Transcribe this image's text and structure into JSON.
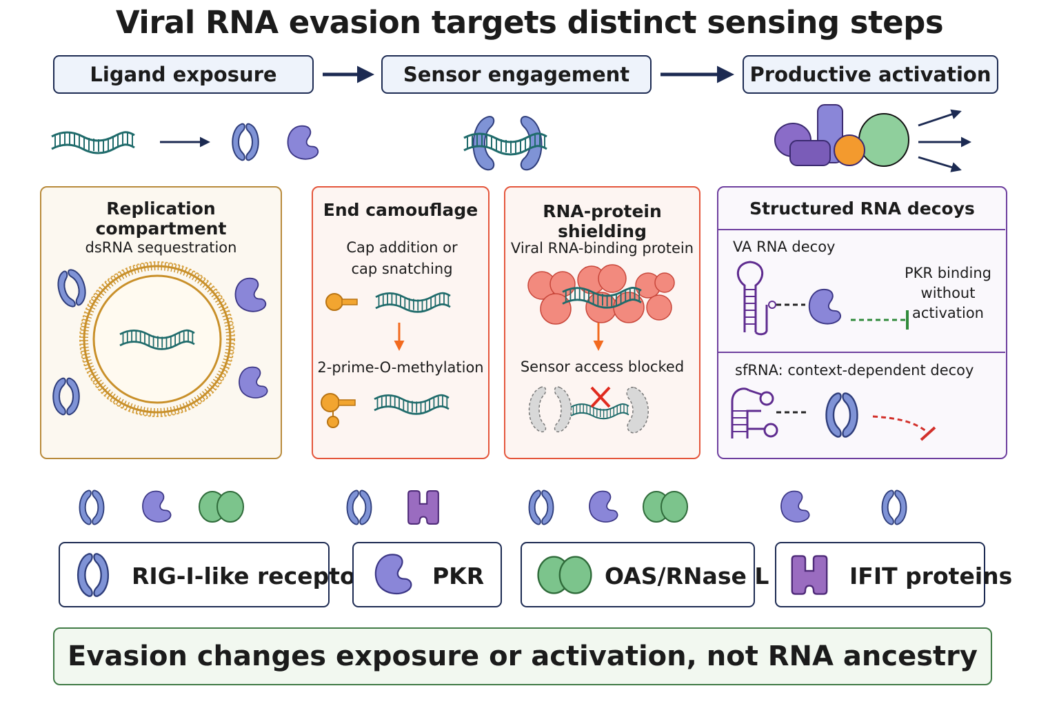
{
  "title": "Viral RNA evasion targets distinct sensing steps",
  "stages": [
    {
      "label": "Ligand exposure"
    },
    {
      "label": "Sensor engagement"
    },
    {
      "label": "Productive activation"
    }
  ],
  "panels": {
    "replication": {
      "title": "Replication compartment",
      "subtitle": "dsRNA sequestration"
    },
    "camouflage": {
      "title": "End camouflage",
      "step1": "Cap addition or cap snatching",
      "step2": "2-prime-O-methylation"
    },
    "shielding": {
      "title": "RNA-protein shielding",
      "step1": "Viral RNA-binding protein",
      "step2": "Sensor access blocked"
    },
    "decoys": {
      "title": "Structured RNA decoys",
      "va_label": "VA RNA decoy",
      "va_effect": "PKR binding without activation",
      "sf_label": "sfRNA: context-dependent decoy"
    }
  },
  "legend": [
    {
      "label": "RIG-I-like receptors",
      "icon": "rlr-icon"
    },
    {
      "label": "PKR",
      "icon": "pkr-icon"
    },
    {
      "label": "OAS/RNase L",
      "icon": "oas-icon"
    },
    {
      "label": "IFIT proteins",
      "icon": "ifit-icon"
    }
  ],
  "footer": "Evasion changes exposure or activation, not RNA ancestry",
  "colors": {
    "navy": "#1c2a52",
    "rna": "#1f6b6b",
    "rlr": "#7f93d6",
    "pkr": "#8a86d8",
    "oas": "#7cc48c",
    "ifit": "#9a6cc0",
    "cap": "#f2a530",
    "shield": "#f28a7e",
    "decoy_stroke": "#5e2b8f",
    "inhibit_green": "#2f8a3a",
    "inhibit_red": "#d2302a"
  }
}
